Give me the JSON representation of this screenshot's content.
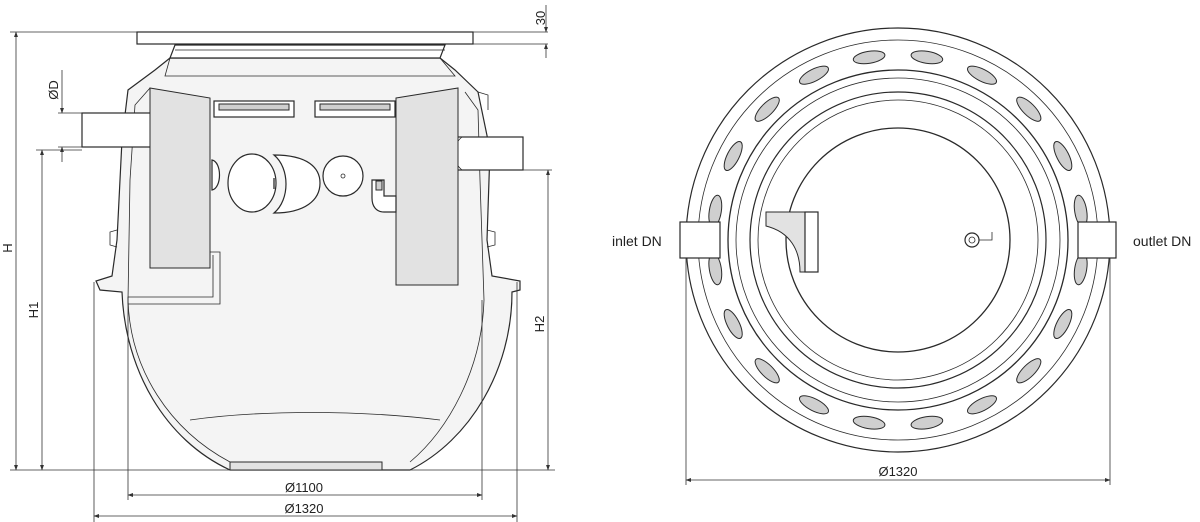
{
  "side_view": {
    "dim_top": "30",
    "dim_diameter_d": "ØD",
    "dim_h": "H",
    "dim_h1": "H1",
    "dim_h2": "H2",
    "dim_d1100": "Ø1100",
    "dim_d1320": "Ø1320"
  },
  "top_view": {
    "inlet_label": "inlet DN",
    "outlet_label": "outlet DN",
    "dim_d1320": "Ø1320"
  }
}
